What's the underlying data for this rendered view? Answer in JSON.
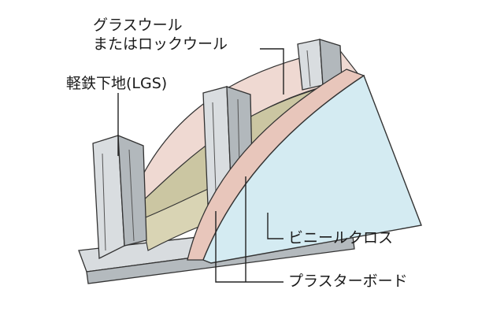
{
  "labels": {
    "insulation_line1": "グラスウール",
    "insulation_line2": "またはロックウール",
    "steel_frame": "軽鉄下地(LGS)",
    "vinyl_cloth": "ビニールクロス",
    "plaster_board": "プラスターボード"
  },
  "colors": {
    "steel": "#d6dadd",
    "steel_dark": "#aeb4b8",
    "insulation": "#c9c4a0",
    "board_edge": "#e7c7bd",
    "board_front": "#d3eaf1",
    "outline": "#333333"
  }
}
